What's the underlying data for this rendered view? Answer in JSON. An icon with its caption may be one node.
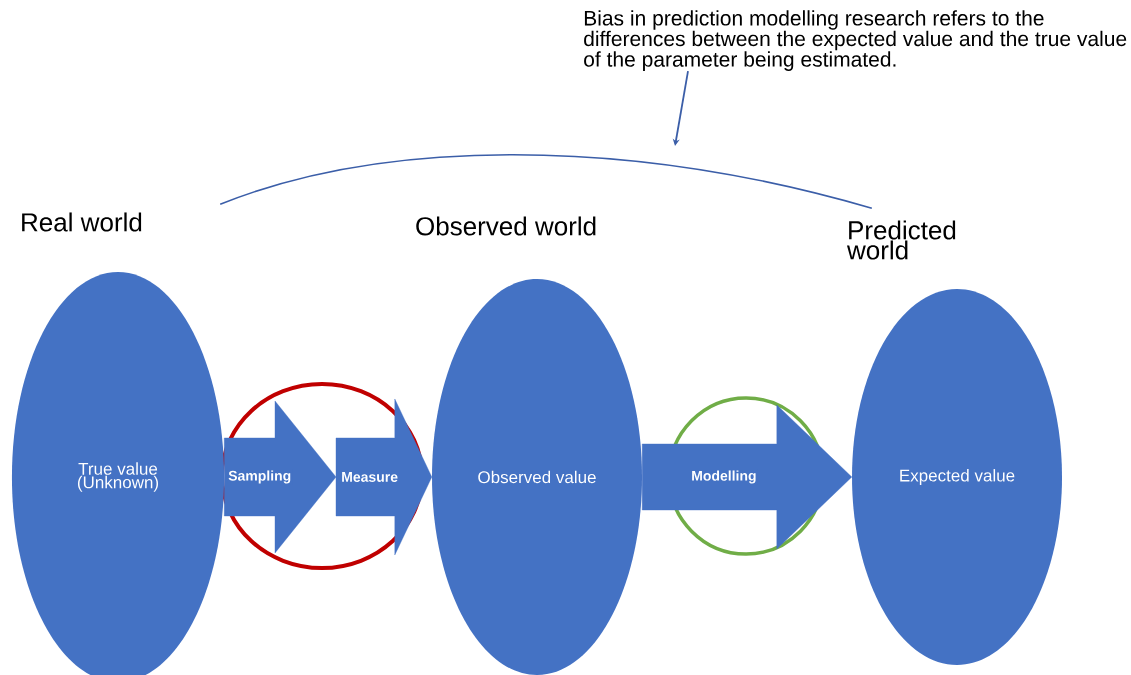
{
  "diagram": {
    "nodes": [
      {
        "text": [
          "Real world",
          "True value (Unknown)"
        ]
      },
      {
        "text": [
          "Observed world",
          "Observed value"
        ]
      },
      {
        "text": [
          "Predicted world",
          "Expected value"
        ]
      },
      {
        "text": [
          "Bias in prediction modelling research refers to the differences between the expected value and the true value of the parameter being estimated."
        ]
      }
    ],
    "edges": [
      {
        "from": 0,
        "to": 2,
        "arrow": "none"
      },
      {
        "from": 3,
        "to": null,
        "arrow": "to"
      },
      {
        "from": 0,
        "to": null,
        "arrow": "to",
        "label": "Sampling"
      },
      {
        "from": null,
        "to": 1,
        "arrow": "to",
        "label": "Measure"
      },
      {
        "from": 1,
        "to": 2,
        "arrow": "to",
        "label": "Modelling"
      }
    ]
  }
}
